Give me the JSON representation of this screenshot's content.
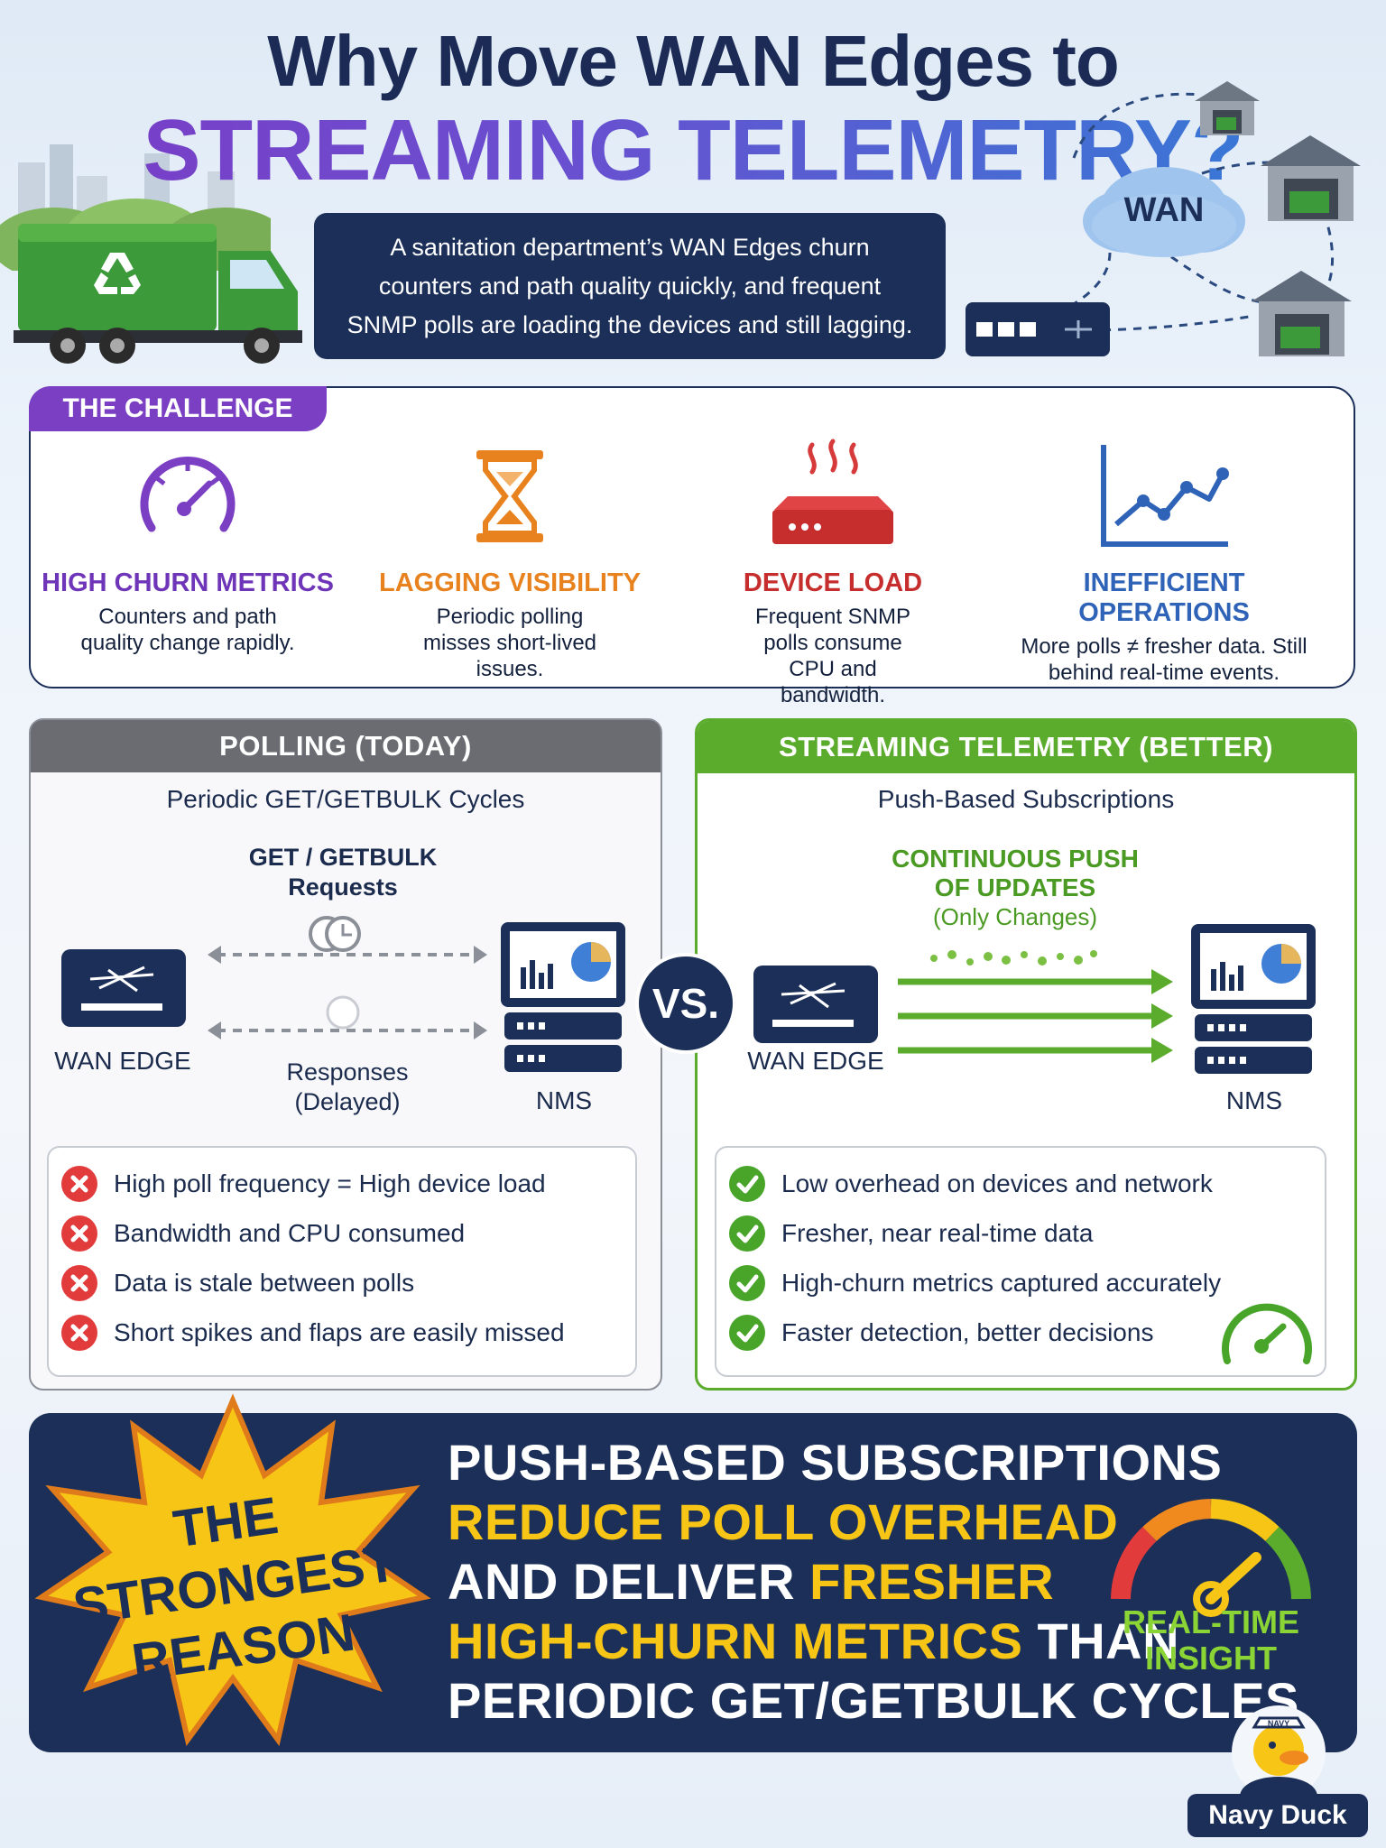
{
  "header": {
    "title_line1": "Why Move WAN Edges to",
    "title_line2": "STREAMING TELEMETRY?",
    "intro": "A sanitation department’s WAN Edges churn counters and path quality quickly, and frequent SNMP polls are loading the devices and still lagging.",
    "cloud_label": "WAN"
  },
  "challenge": {
    "tab_label": "THE CHALLENGE",
    "items": [
      {
        "title": "HIGH CHURN METRICS",
        "desc": "Counters and path quality change rapidly.",
        "color": "#6f35b8"
      },
      {
        "title": "LAGGING VISIBILITY",
        "desc": "Periodic polling misses short-lived issues.",
        "color": "#e8821e"
      },
      {
        "title": "DEVICE LOAD",
        "desc": "Frequent SNMP polls consume CPU and bandwidth.",
        "color": "#c62d2d"
      },
      {
        "title": "INEFFICIENT OPERATIONS",
        "desc": "More polls ≠ fresher data. Still behind real-time events.",
        "color": "#2f63b8"
      }
    ]
  },
  "polling": {
    "header": "POLLING (TODAY)",
    "subtitle": "Periodic GET/GETBULK Cycles",
    "request_label": "GET / GETBULK Requests",
    "response_label": "Responses (Delayed)",
    "edge_label": "WAN EDGE",
    "nms_label": "NMS",
    "cons": [
      "High poll frequency = High device load",
      "Bandwidth and CPU consumed",
      "Data is stale between polls",
      "Short spikes and flaps are easily missed"
    ]
  },
  "vs_label": "VS.",
  "streaming": {
    "header": "STREAMING TELEMETRY (BETTER)",
    "subtitle": "Push-Based Subscriptions",
    "push_line1": "CONTINUOUS PUSH",
    "push_line2": "OF UPDATES",
    "push_line3": "(Only Changes)",
    "edge_label": "WAN EDGE",
    "nms_label": "NMS",
    "pros": [
      "Low overhead on devices and network",
      "Fresher, near real-time data",
      "High-churn metrics captured accurately",
      "Faster detection, better decisions"
    ]
  },
  "banner": {
    "burst_line1": "THE STRONGEST",
    "burst_line2": "REASON",
    "l1": "PUSH-BASED SUBSCRIPTIONS",
    "l2": "REDUCE POLL OVERHEAD",
    "l3a": "AND DELIVER ",
    "l3b": "FRESHER",
    "l4a": "HIGH-CHURN METRICS",
    "l4b": " THAN",
    "l5": "PERIODIC GET/GETBULK CYCLES",
    "insight_line1": "REAL-TIME",
    "insight_line2": "INSIGHT"
  },
  "mascot": {
    "label": "Navy Duck",
    "hat_text": "NAVY"
  }
}
